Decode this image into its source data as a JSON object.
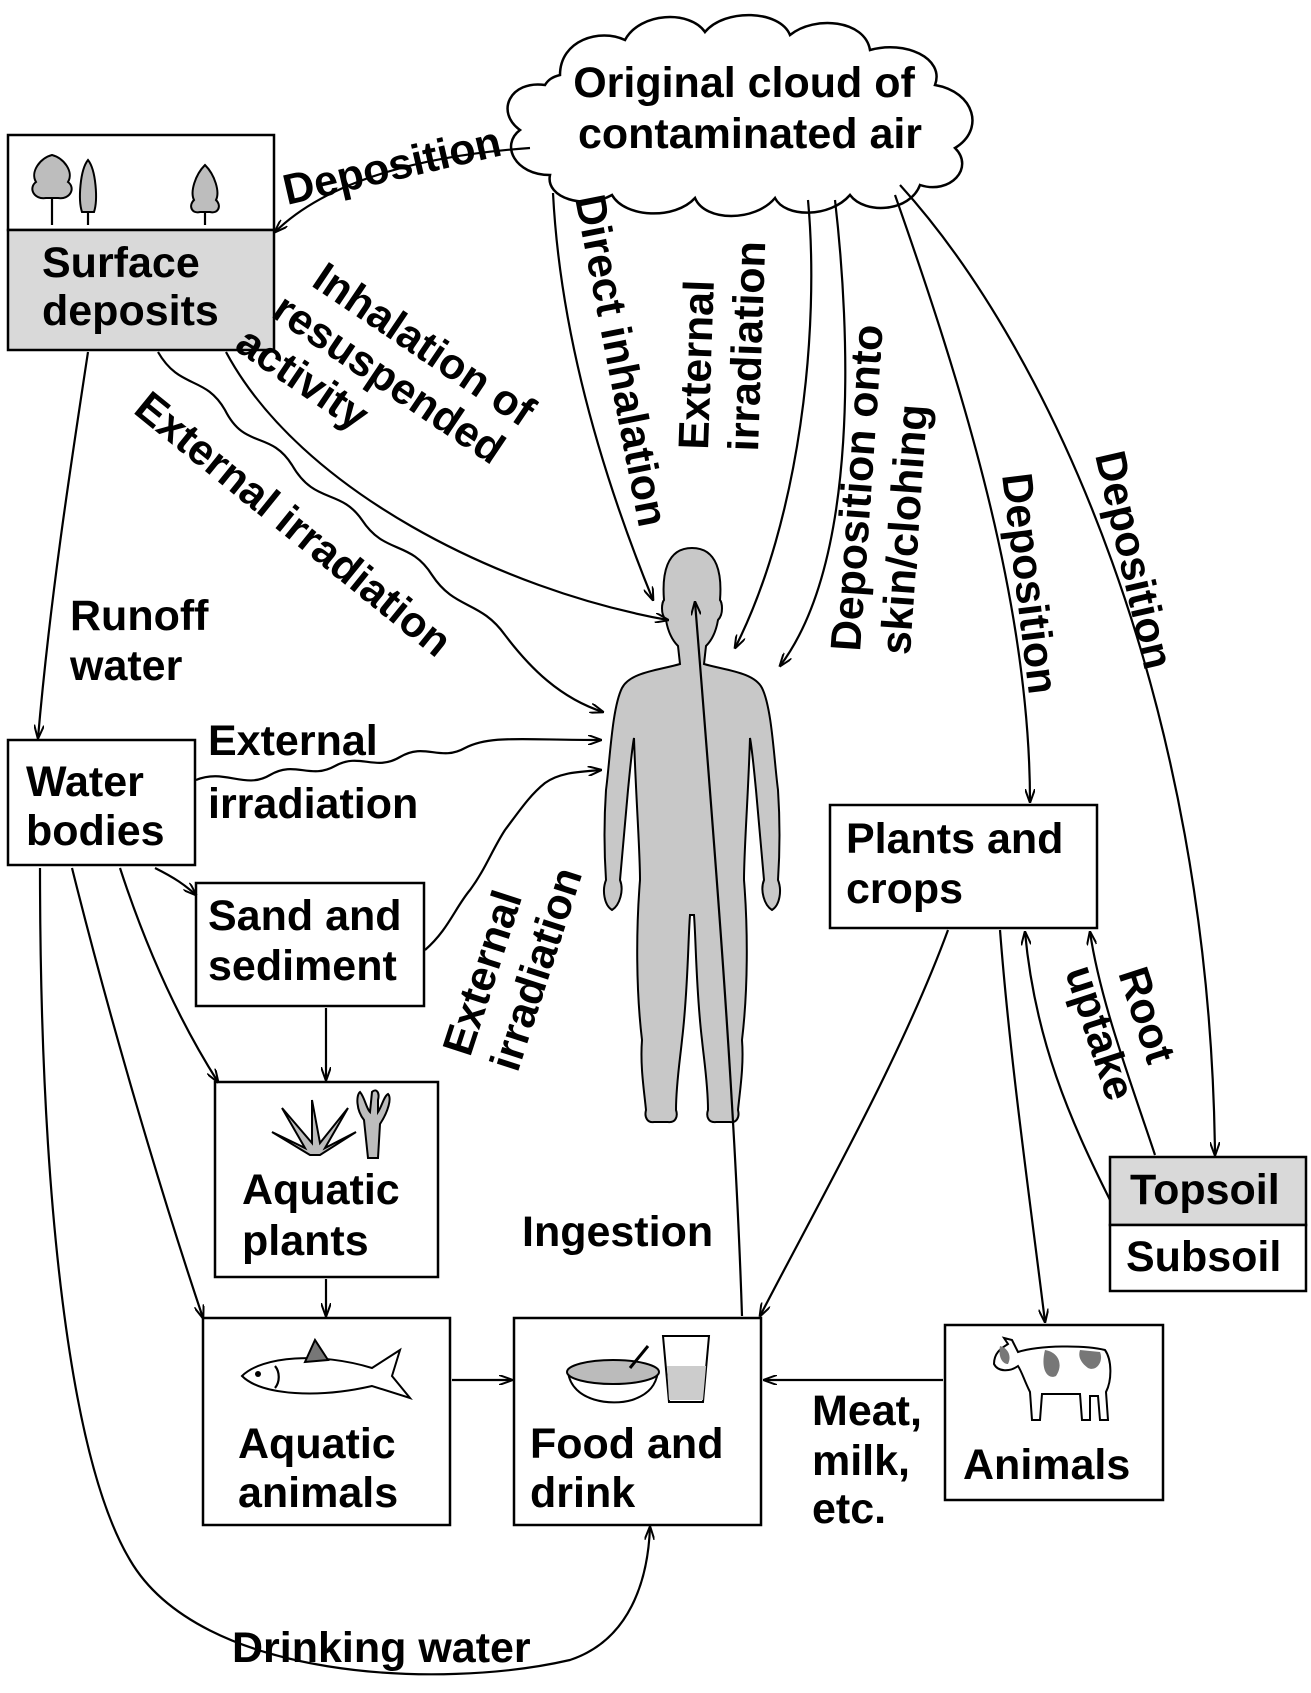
{
  "nodes": {
    "cloud": [
      "Original cloud of",
      "contaminated air"
    ],
    "surface_deposits": [
      "Surface",
      "deposits"
    ],
    "water_bodies": [
      "Water",
      "bodies"
    ],
    "sand_sediment": [
      "Sand and",
      "sediment"
    ],
    "aquatic_plants": [
      "Aquatic",
      "plants"
    ],
    "aquatic_animals": [
      "Aquatic",
      "animals"
    ],
    "food_drink": [
      "Food and",
      "drink"
    ],
    "animals": [
      "Animals"
    ],
    "plants_crops": [
      "Plants and",
      "crops"
    ],
    "topsoil": "Topsoil",
    "subsoil": "Subsoil"
  },
  "pathways": {
    "deposition_surface": "Deposition",
    "direct_inhalation": "Direct inhalation",
    "external_irradiation_cloud": [
      "External",
      "irradiation"
    ],
    "deposition_skin": [
      "Deposition onto",
      "skin/clohing"
    ],
    "deposition_plants": "Deposition",
    "deposition_soil": "Deposition",
    "inhalation_resuspended": [
      "Inhalation of",
      "resuspended",
      "activity"
    ],
    "external_irradiation_surface": "External irradiation",
    "runoff_water": [
      "Runoff",
      "water"
    ],
    "external_irradiation_water": [
      "External",
      "irradiation"
    ],
    "external_irradiation_sediment": [
      "External",
      "irradiation"
    ],
    "ingestion": "Ingestion",
    "root_uptake": [
      "Root",
      "uptake"
    ],
    "meat_milk": [
      "Meat,",
      "milk,",
      "etc."
    ],
    "drinking_water": "Drinking water"
  },
  "icons": [
    "tree-icon",
    "bush-icon",
    "grass-icon",
    "coral-icon",
    "fish-icon",
    "cereal-bowl-icon",
    "glass-icon",
    "cow-icon",
    "human-figure"
  ]
}
